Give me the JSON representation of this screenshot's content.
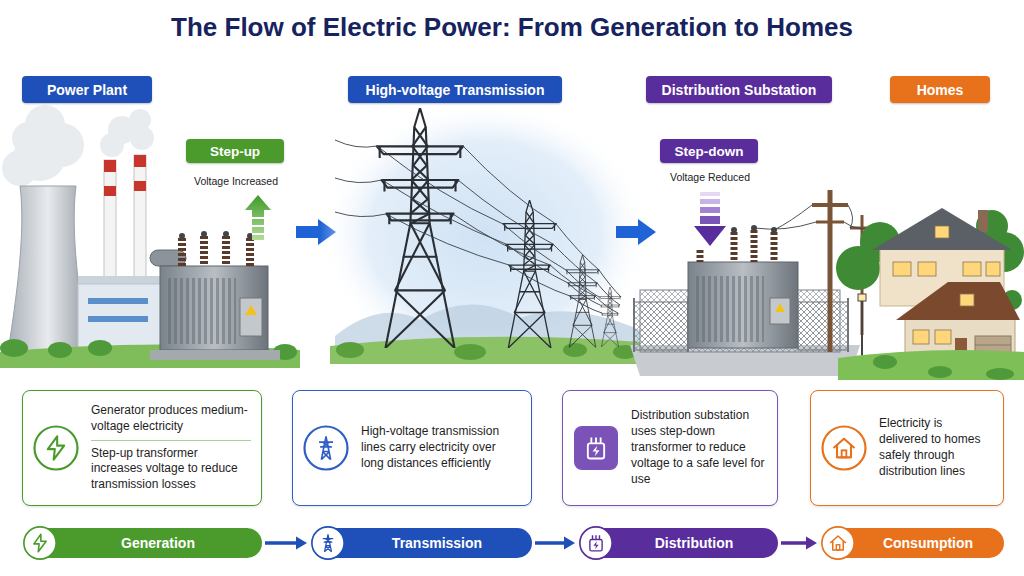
{
  "diagram": {
    "title": "The Flow of Electric Power: From Generation to Homes",
    "nodes": [
      {
        "text": [
          "Power Plant"
        ]
      },
      {
        "text": [
          "High-voltage Transmission"
        ]
      },
      {
        "text": [
          "Distribution Substation"
        ]
      },
      {
        "text": [
          "Homes"
        ]
      },
      {
        "text": [
          "Step-up"
        ]
      },
      {
        "text": [
          "Step-down"
        ]
      },
      {
        "text": [
          "Generator produces medium-voltage electricity",
          "Step-up transformer increases voltage to reduce transmission losses"
        ]
      },
      {
        "text": [
          "High-voltage transmission lines carry electricity over long distances efficiently"
        ]
      },
      {
        "text": [
          "Distribution substation uses step-down transformer to reduce voltage to a safe level for use"
        ]
      },
      {
        "text": [
          "Electricity is delivered to homes safely through distribution lines"
        ]
      },
      {
        "text": [
          "Generation"
        ]
      },
      {
        "text": [
          "Transmission"
        ]
      },
      {
        "text": [
          "Distribution"
        ]
      },
      {
        "text": [
          "Consumption"
        ]
      }
    ],
    "edges": [
      {
        "from": 10,
        "to": 11,
        "arrow": "to"
      },
      {
        "from": 11,
        "to": 12,
        "arrow": "to"
      },
      {
        "from": 12,
        "to": 13,
        "arrow": "to"
      }
    ],
    "labels": [
      "Voltage Increased",
      "Voltage Reduced"
    ]
  }
}
